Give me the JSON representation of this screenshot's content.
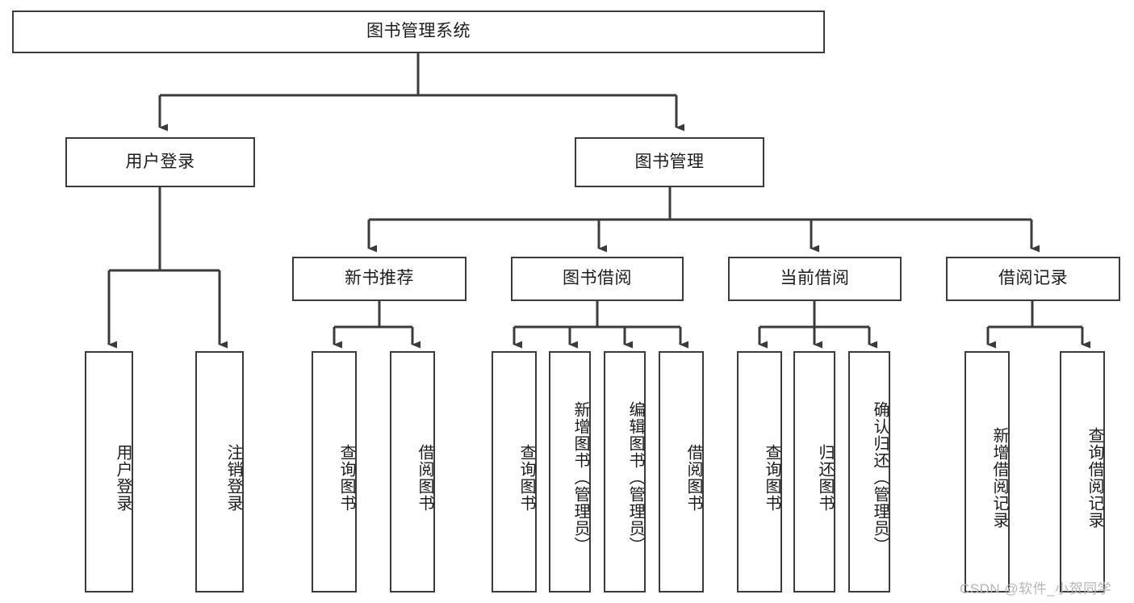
{
  "diagram": {
    "title_node": {
      "label": "图书管理系统"
    },
    "level1": [
      {
        "id": "user-login",
        "label": "用户登录"
      },
      {
        "id": "book-management",
        "label": "图书管理"
      }
    ],
    "level2": [
      {
        "id": "new-book-recommend",
        "label": "新书推荐"
      },
      {
        "id": "book-borrow",
        "label": "图书借阅"
      },
      {
        "id": "current-borrow",
        "label": "当前借阅"
      },
      {
        "id": "borrow-record",
        "label": "借阅记录"
      }
    ],
    "leaves": {
      "user_login": [
        {
          "id": "leaf-user-login",
          "label": "用户登录"
        },
        {
          "id": "leaf-logout-login",
          "label": "注销登录"
        }
      ],
      "new_book_recommend": [
        {
          "id": "leaf-query-book-1",
          "label": "查询图书"
        },
        {
          "id": "leaf-borrow-book-1",
          "label": "借阅图书"
        }
      ],
      "book_borrow": [
        {
          "id": "leaf-query-book-2",
          "label": "查询图书"
        },
        {
          "id": "leaf-add-book",
          "label": "新增图书（管理员）"
        },
        {
          "id": "leaf-edit-book",
          "label": "编辑图书（管理员）"
        },
        {
          "id": "leaf-borrow-book-2",
          "label": "借阅图书"
        }
      ],
      "current_borrow": [
        {
          "id": "leaf-query-book-3",
          "label": "查询图书"
        },
        {
          "id": "leaf-return-book",
          "label": "归还图书"
        },
        {
          "id": "leaf-confirm-return",
          "label": "确认归还（管理员）"
        }
      ],
      "borrow_record": [
        {
          "id": "leaf-add-borrow-record",
          "label": "新增借阅记录"
        },
        {
          "id": "leaf-query-borrow-record",
          "label": "查询借阅记录"
        }
      ]
    },
    "watermark": {
      "text": "CSDN @软件_小贺同学"
    },
    "colors": {
      "stroke": "#3b3b3b",
      "background": "#ffffff",
      "text": "#1c1c1c",
      "watermark": "#b6b6b6"
    }
  }
}
